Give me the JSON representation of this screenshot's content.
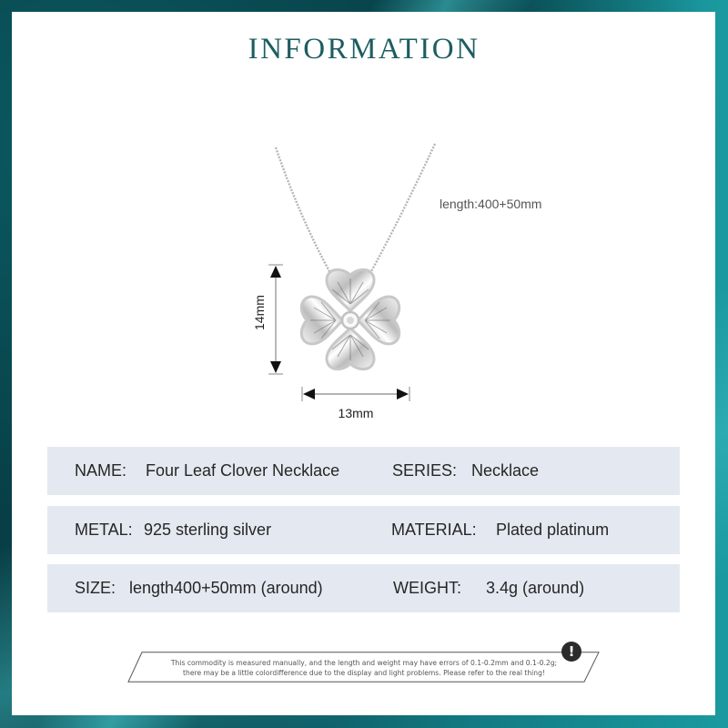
{
  "header": {
    "title": "INFORMATION"
  },
  "product_image": {
    "length_annotation": "length:400+50mm",
    "height_dimension": "14mm",
    "width_dimension": "13mm",
    "icons": [
      "necklace-chain",
      "clover-pendant",
      "dimension-arrow-vertical",
      "dimension-arrow-horizontal"
    ]
  },
  "specs": {
    "rows": [
      {
        "left_label": "NAME:",
        "left_value": "Four Leaf Clover Necklace",
        "right_label": "SERIES:",
        "right_value": "Necklace"
      },
      {
        "left_label": "METAL:",
        "left_value": "925 sterling silver",
        "right_label": "MATERIAL:",
        "right_value": "Plated platinum"
      },
      {
        "left_label": "SIZE:",
        "left_value": "length400+50mm (around)",
        "right_label": "WEIGHT:",
        "right_value": "3.4g (around)"
      }
    ]
  },
  "disclaimer": {
    "icon": "exclamation-icon",
    "icon_glyph": "!",
    "line1": "This commodity is measured manually, and the length and weight may have errors of 0.1-0.2mm and 0.1-0.2g;",
    "line2": "there may be a little colordifference due to the display and light problems. Please refer to the real thing!"
  },
  "colors": {
    "title": "#1d5d60",
    "row_background": "#e4e9f1",
    "frame_dark": "#0a3a40",
    "frame_light": "#1a9aa0",
    "panel": "#ffffff"
  }
}
